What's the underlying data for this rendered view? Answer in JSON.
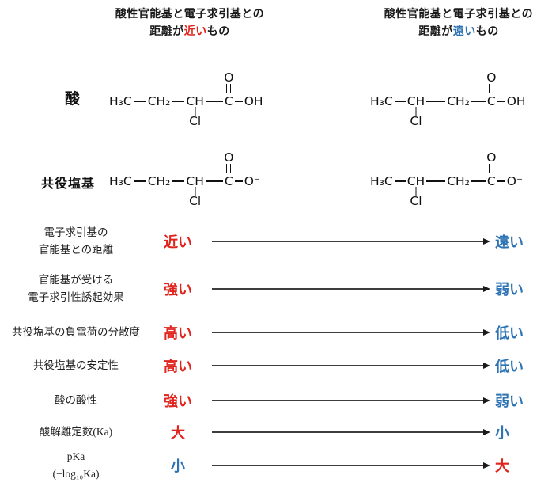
{
  "colors": {
    "red": "#e0231c",
    "blue": "#2e74b5"
  },
  "headers": {
    "near": {
      "line1": "酸性官能基と電子求引基との",
      "line2_pre": "距離が",
      "line2_highlight": "近い",
      "line2_post": "もの"
    },
    "far": {
      "line1": "酸性官能基と電子求引基との",
      "line2_pre": "距離が",
      "line2_highlight": "遠い",
      "line2_post": "もの"
    }
  },
  "row_labels": {
    "acid": "酸",
    "conjugate_base": "共役塩基"
  },
  "molecules": {
    "acid_near": {
      "chain": [
        "H₃C",
        "CH₂",
        "CH",
        "C",
        "OH"
      ],
      "top_atom": "O",
      "bottom_atom": "Cl"
    },
    "acid_far": {
      "chain": [
        "H₃C",
        "CH",
        "CH₂",
        "C",
        "OH"
      ],
      "top_atom": "O",
      "bottom_atom": "Cl"
    },
    "base_near": {
      "chain": [
        "H₃C",
        "CH₂",
        "CH",
        "C",
        "O⁻"
      ],
      "top_atom": "O",
      "bottom_atom": "Cl"
    },
    "base_far": {
      "chain": [
        "H₃C",
        "CH",
        "CH₂",
        "C",
        "O⁻"
      ],
      "top_atom": "O",
      "bottom_atom": "Cl"
    }
  },
  "table": {
    "rows": [
      {
        "label": [
          "電子求引基の",
          "官能基との距離"
        ],
        "left": "近い",
        "left_color": "red",
        "right": "遠い",
        "right_color": "blue"
      },
      {
        "label": [
          "官能基が受ける",
          "電子求引性誘起効果"
        ],
        "left": "強い",
        "left_color": "red",
        "right": "弱い",
        "right_color": "blue"
      },
      {
        "label": [
          "共役塩基の負電荷の分散度"
        ],
        "left": "高い",
        "left_color": "red",
        "right": "低い",
        "right_color": "blue"
      },
      {
        "label": [
          "共役塩基の安定性"
        ],
        "left": "高い",
        "left_color": "red",
        "right": "低い",
        "right_color": "blue"
      },
      {
        "label": [
          "酸の酸性"
        ],
        "left": "強い",
        "left_color": "red",
        "right": "弱い",
        "right_color": "blue"
      },
      {
        "label": [
          "酸解離定数(Ka)"
        ],
        "left": "大",
        "left_color": "red",
        "right": "小",
        "right_color": "blue"
      },
      {
        "label": [
          "pKa",
          "(−log₁₀Ka)"
        ],
        "left": "小",
        "left_color": "blue",
        "right": "大",
        "right_color": "red"
      }
    ]
  }
}
